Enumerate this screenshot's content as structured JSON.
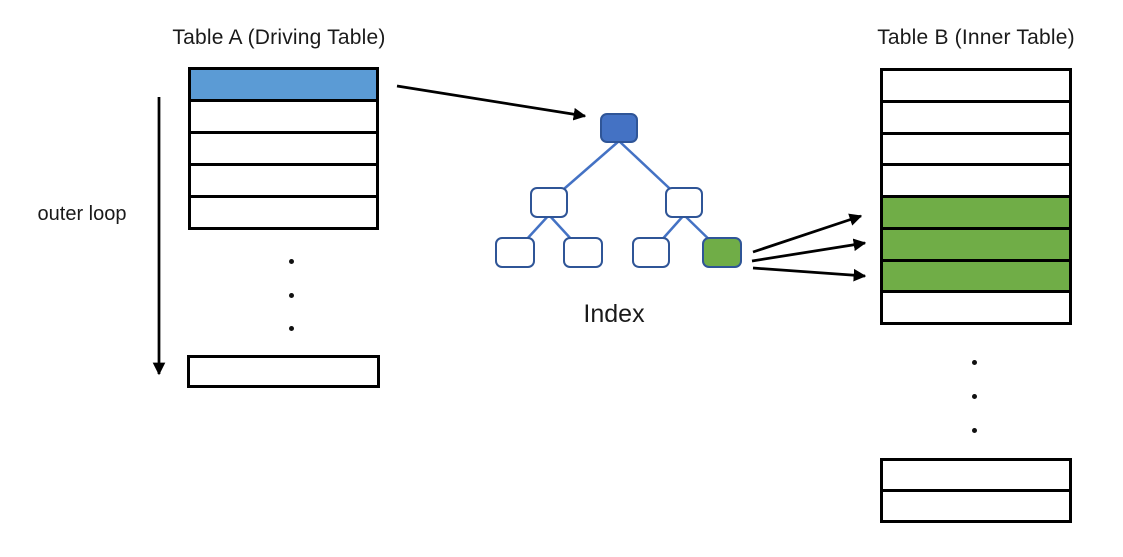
{
  "colors": {
    "highlight_blue": "#5B9BD5",
    "highlight_green": "#70AD47",
    "node_blue": "#4472C4",
    "node_border": "#2F5597",
    "tree_line": "#4472C4",
    "arrow": "#000000",
    "border": "#000000"
  },
  "table_a": {
    "title": "Table A (Driving Table)",
    "main_rows": [
      "blue",
      "plain",
      "plain",
      "plain",
      "plain"
    ],
    "bottom_rows": [
      "plain"
    ]
  },
  "table_b": {
    "title": "Table B (Inner Table)",
    "main_rows": [
      "plain",
      "plain",
      "plain",
      "plain",
      "green",
      "green",
      "green",
      "plain"
    ],
    "bottom_rows": [
      "plain",
      "plain"
    ]
  },
  "index_tree": {
    "label": "Index",
    "root": "blue",
    "mid_nodes": [
      "plain",
      "plain"
    ],
    "leaf_nodes": [
      "plain",
      "plain",
      "plain",
      "green"
    ]
  },
  "outer_loop": {
    "label": "outer loop"
  }
}
